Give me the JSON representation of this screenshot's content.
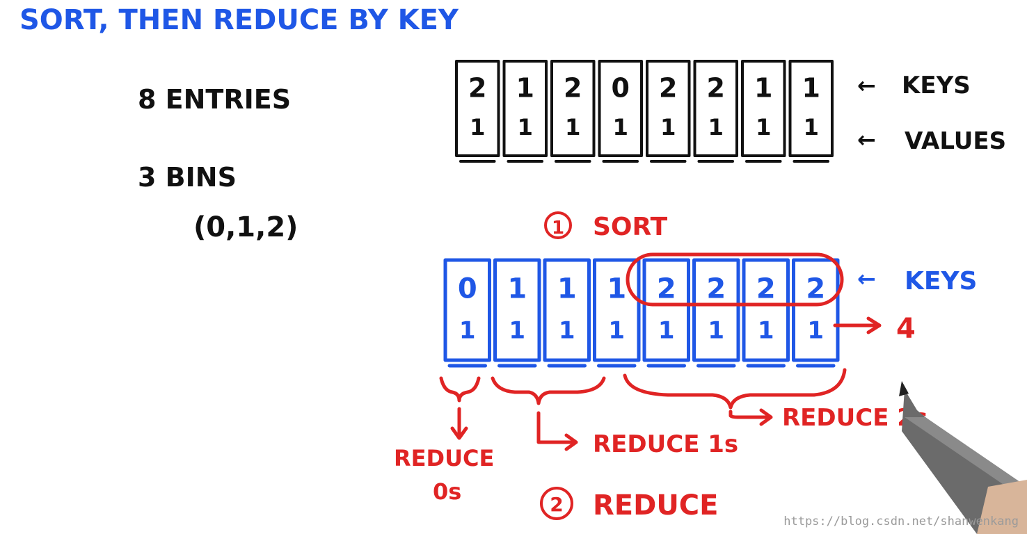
{
  "title": "SORT, THEN REDUCE BY KEY",
  "info": {
    "entries": "8 ENTRIES",
    "bins": "3 BINS",
    "bin_values": "(0,1,2)"
  },
  "unsorted": {
    "keys": [
      "2",
      "1",
      "2",
      "0",
      "2",
      "2",
      "1",
      "1"
    ],
    "values": [
      "1",
      "1",
      "1",
      "1",
      "1",
      "1",
      "1",
      "1"
    ],
    "keys_label": "KEYS",
    "values_label": "VALUES"
  },
  "step1_label": "SORT",
  "step1_number": "1",
  "sorted": {
    "keys": [
      "0",
      "1",
      "1",
      "1",
      "2",
      "2",
      "2",
      "2"
    ],
    "values": [
      "1",
      "1",
      "1",
      "1",
      "1",
      "1",
      "1",
      "1"
    ],
    "keys_label": "KEYS",
    "result": "4"
  },
  "reduce_0s": [
    "REDUCE",
    "0s"
  ],
  "reduce_1s": "REDUCE 1s",
  "reduce_2s": "REDUCE 2s",
  "step2_label": "REDUCE",
  "step2_number": "2",
  "watermark": "https://blog.csdn.net/shanwenkang",
  "colors": {
    "black_ink": "#111111",
    "blue_ink": "#1f57e6",
    "red_ink": "#e02424"
  }
}
